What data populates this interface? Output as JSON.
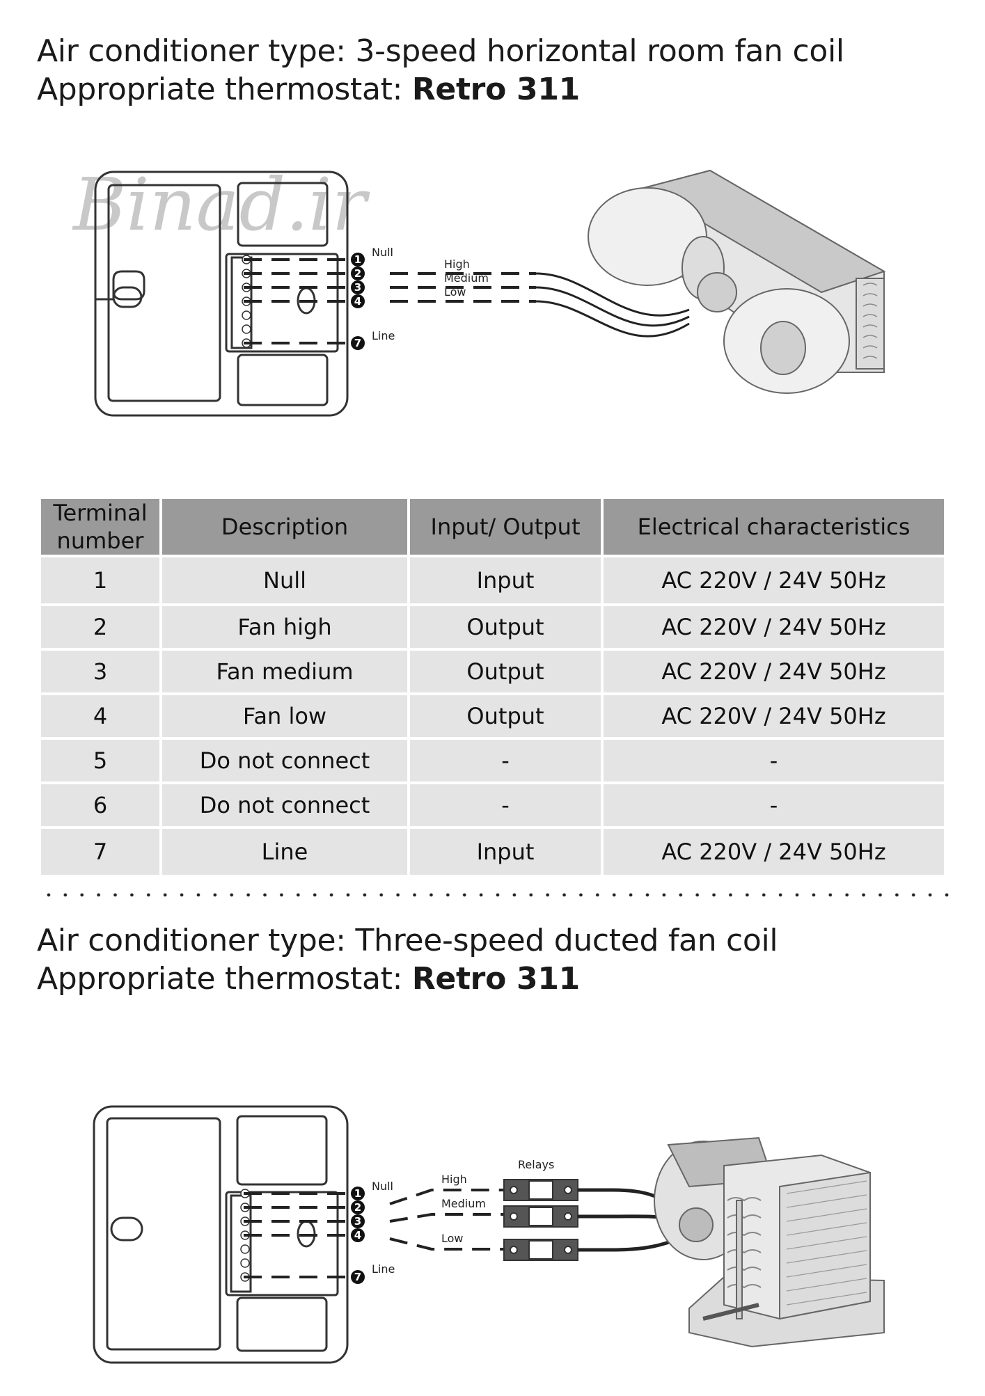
{
  "section1": {
    "type_line": "Air conditioner type: 3-speed horizontal room fan coil",
    "thermostat_prefix": "Appropriate thermostat: ",
    "thermostat_name": "Retro 311",
    "watermark": "Binad.ir",
    "terminal_labels": {
      "null": "Null",
      "line": "Line"
    },
    "terminal_numbers": [
      "1",
      "2",
      "3",
      "4",
      "7"
    ],
    "wire_labels": {
      "high": "High",
      "medium": "Medium",
      "low": "Low"
    }
  },
  "table": {
    "headers": [
      "Terminal number",
      "Description",
      "Input/ Output",
      "Electrical characteristics"
    ],
    "rows": [
      [
        "1",
        "Null",
        "Input",
        "AC 220V / 24V 50Hz"
      ],
      [
        "2",
        "Fan high",
        "Output",
        "AC 220V / 24V 50Hz"
      ],
      [
        "3",
        "Fan medium",
        "Output",
        "AC 220V / 24V 50Hz"
      ],
      [
        "4",
        "Fan low",
        "Output",
        "AC 220V / 24V 50Hz"
      ],
      [
        "5",
        "Do not connect",
        "-",
        "-"
      ],
      [
        "6",
        "Do not connect",
        "-",
        "-"
      ],
      [
        "7",
        "Line",
        "Input",
        "AC 220V / 24V 50Hz"
      ]
    ]
  },
  "section2": {
    "type_line": "Air conditioner type: Three-speed ducted fan coil",
    "thermostat_prefix": "Appropriate thermostat: ",
    "thermostat_name": "Retro 311",
    "terminal_labels": {
      "null": "Null",
      "line": "Line"
    },
    "terminal_numbers": [
      "1",
      "2",
      "3",
      "4",
      "7"
    ],
    "wire_labels": {
      "high": "High",
      "medium": "Medium",
      "low": "Low"
    },
    "relays_label": "Relays"
  }
}
